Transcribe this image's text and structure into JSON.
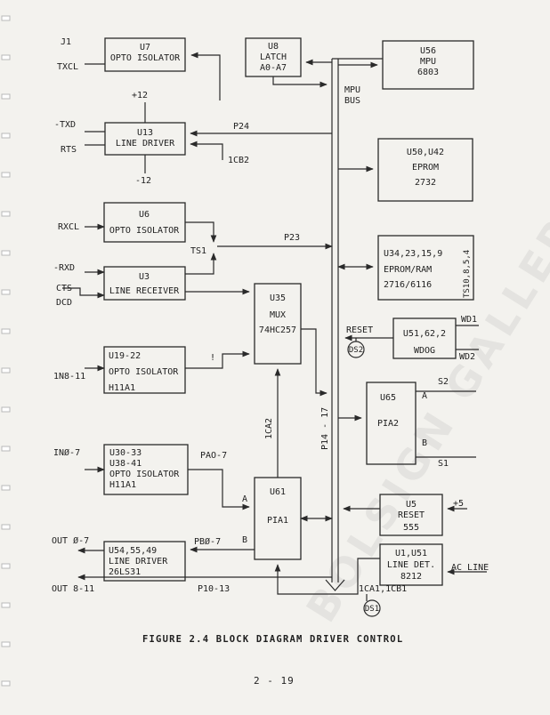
{
  "diagram": {
    "caption": "FIGURE 2.4  BLOCK DIAGRAM DRIVER CONTROL",
    "page_number": "2 - 19",
    "watermark": "BOLSIGN GALLERY",
    "blocks": {
      "u7": {
        "ref": "U7",
        "name": "OPTO ISOLATOR"
      },
      "u8": {
        "ref": "U8",
        "name": "LATCH",
        "part": "A0-A7"
      },
      "u56": {
        "ref": "U56",
        "name": "MPU",
        "part": "6803"
      },
      "u13": {
        "ref": "U13",
        "name": "LINE DRIVER"
      },
      "u50": {
        "ref": "U50,U42",
        "name": "EPROM",
        "part": "2732"
      },
      "u6": {
        "ref": "U6",
        "name": "OPTO ISOLATOR"
      },
      "u34": {
        "ref": "U34,23,15,9",
        "name": "EPROM/RAM",
        "part": "2716/6116",
        "side": "TS10,8,5,4"
      },
      "u3": {
        "ref": "U3",
        "name": "LINE RECEIVER"
      },
      "u35": {
        "ref": "U35",
        "name": "MUX",
        "part": "74HC257"
      },
      "u51w": {
        "ref": "U51,62,2",
        "name": "WDOG"
      },
      "u1922": {
        "ref": "U19-22",
        "name": "OPTO ISOLATOR",
        "part": "H11A1"
      },
      "u65": {
        "ref": "U65",
        "name": "PIA2",
        "pin_a": "A",
        "pin_b": "B"
      },
      "u30": {
        "ref": "U30-33",
        "ref2": "U38-41",
        "name": "OPTO ISOLATOR",
        "part": "H11A1"
      },
      "u61": {
        "ref": "U61",
        "name": "PIA1",
        "pin_a": "A",
        "pin_b": "B"
      },
      "u5": {
        "ref": "U5",
        "name": "RESET",
        "part": "555"
      },
      "u54": {
        "ref": "U54,55,49",
        "name": "LINE DRIVER",
        "part": "26LS31"
      },
      "u1": {
        "ref": "U1,U51",
        "name": "LINE DET.",
        "part": "8212"
      }
    },
    "signals": {
      "j1": "J1",
      "txcl": "TXCL",
      "plus12": "+12",
      "minus12": "-12",
      "txd": "-TXD",
      "rts": "RTS",
      "p24": "P24",
      "cb2": "1CB2",
      "mpu_bus_1": "MPU",
      "mpu_bus_2": "BUS",
      "rxcl": "RXCL",
      "ts1": "TS1",
      "p23": "P23",
      "rxd": "-RXD",
      "cts": "CTS",
      "dcd": "DCD",
      "reset": "RESET",
      "ds2": "DS2",
      "wd1": "WD1",
      "wd2": "WD2",
      "in_8_11": "1N8-11",
      "mark": "!",
      "s2": "S2",
      "s1": "S1",
      "p14_17": "P14 - 17",
      "ca2": "1CA2",
      "in_0_7": "INØ-7",
      "pa0_7": "PAO-7",
      "plus5": "+5",
      "out_0_7": "OUT Ø-7",
      "pb0_7": "PBØ-7",
      "ac_line": "AC LINE",
      "out_8_11": "OUT 8-11",
      "p10_13": "P10-13",
      "ca1_cb1": "1CA1,1CB1",
      "ds1": "DS1"
    }
  }
}
